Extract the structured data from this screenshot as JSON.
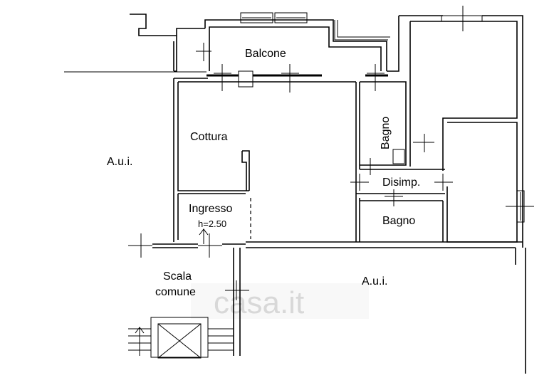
{
  "rooms": {
    "balcone": "Balcone",
    "cottura": "Cottura",
    "bagno_top": "Bagno",
    "disimp": "Disimp.",
    "bagno_bottom": "Bagno",
    "ingresso": "Ingresso",
    "height": "h=2.50",
    "aui_left": "A.u.i.",
    "aui_right": "A.u.i.",
    "scala_line1": "Scala",
    "scala_line2": "comune"
  },
  "watermark": "casa.it"
}
